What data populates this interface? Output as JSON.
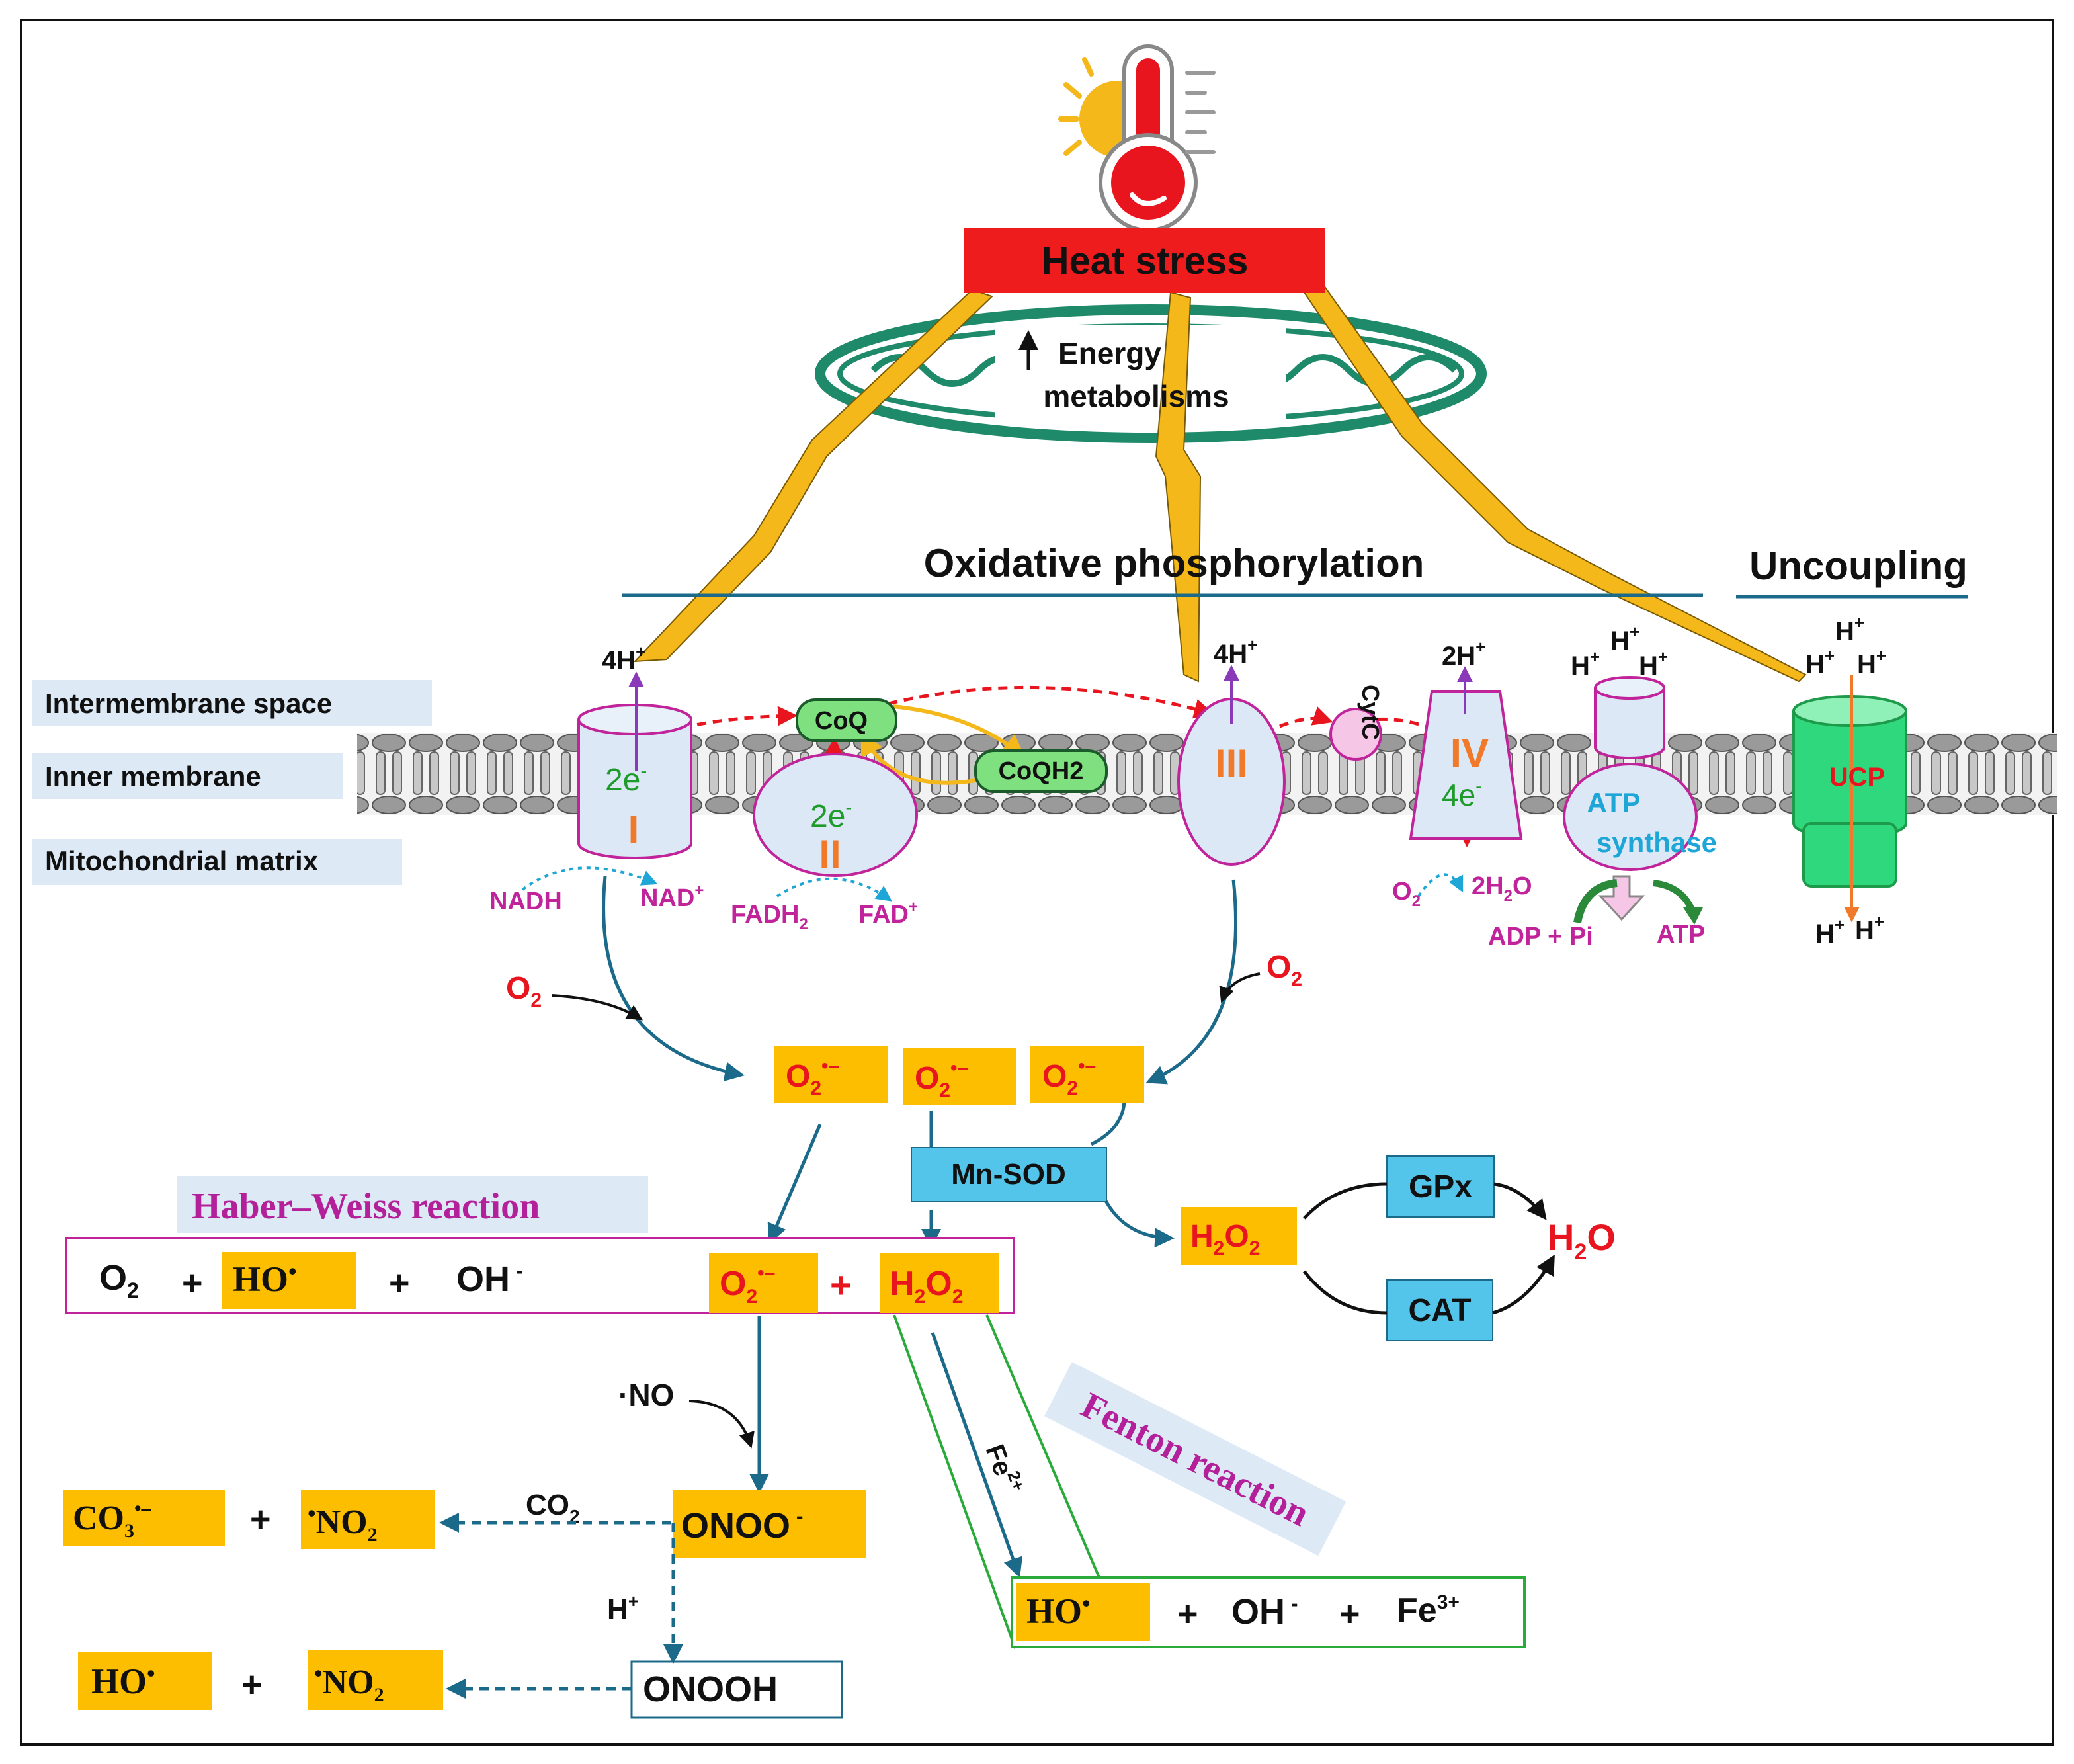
{
  "heat_stress_label": "Heat stress",
  "energy_line1": "Energy",
  "energy_line2": "metabolisms",
  "oxphos_title": "Oxidative phosphorylation",
  "uncoupling_title": "Uncoupling",
  "regions": {
    "intermembrane": "Intermembrane space",
    "inner_membrane": "Inner membrane",
    "matrix": "Mitochondrial matrix"
  },
  "complexes": {
    "c1": "I",
    "c2": "II",
    "c3": "III",
    "c4": "IV",
    "coq": "CoQ",
    "coqh2": "CoQH2",
    "cytc": "CytC",
    "atp_line1": "ATP",
    "atp_line2": "synthase",
    "ucp": "UCP"
  },
  "electrons": {
    "e1": "2e",
    "e2": "2e",
    "e4": "4e"
  },
  "protons": {
    "p1": "4H",
    "p3": "4H",
    "p4": "2H",
    "atp_h": "H",
    "ucp_h": "H"
  },
  "substrates": {
    "nadh": "NADH",
    "nad": "NAD",
    "fadh2": "FADH",
    "fad": "FAD",
    "o2": "O",
    "h2o": "2H",
    "h2o_o": "O",
    "adp": "ADP + Pi",
    "atp": "ATP"
  },
  "species": {
    "o2": "O",
    "superoxide": "O",
    "h2o2": "H",
    "h2o": "H",
    "ho": "HO",
    "oh": "OH",
    "no": "·NO",
    "onoo": "ONOO",
    "onooh": "ONOOH",
    "co2": "CO",
    "co3": "CO",
    "no2": "NO",
    "fe2": "Fe",
    "fe3": "Fe",
    "hplus": "H"
  },
  "enzymes": {
    "mnsod": "Mn-SOD",
    "gpx": "GPx",
    "cat": "CAT"
  },
  "reactions": {
    "haber_weiss": "Haber–Weiss reaction",
    "fenton": "Fenton reaction"
  },
  "colors": {
    "heat_red": "#ee1c1c",
    "ros_orange": "#fdbe00",
    "enzyme_blue": "#53c4ea",
    "label_bg": "#ddeaf6",
    "arrow_teal": "#1b6a8a",
    "magenta": "#c0239a",
    "bolt_yellow": "#f4b81a",
    "mito_green": "#1e8a6a",
    "ucp_green": "#2fd87c"
  }
}
